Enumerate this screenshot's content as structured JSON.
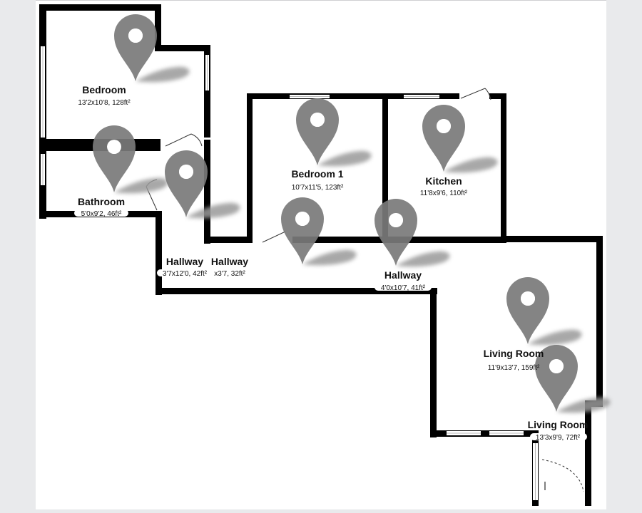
{
  "colors": {
    "wall": "#000000",
    "floor": "#ffffff",
    "side_panel": "#e9eaec",
    "marker": "#7a7a7a",
    "marker_shadow": "#9a9a9a"
  },
  "rooms": [
    {
      "id": "bedroom",
      "name": "Bedroom",
      "dims": "13'2x10'8, 128ft²"
    },
    {
      "id": "bathroom",
      "name": "Bathroom",
      "dims": "5'0x9'2, 46ft²"
    },
    {
      "id": "hallway-a",
      "name": "Hallway",
      "dims": "3'7x12'0, 42ft²"
    },
    {
      "id": "hallway-b",
      "name": "Hallway",
      "dims": "x3'7, 32ft²"
    },
    {
      "id": "bedroom-1",
      "name": "Bedroom 1",
      "dims": "10'7x11'5, 123ft²"
    },
    {
      "id": "kitchen",
      "name": "Kitchen",
      "dims": "11'8x9'6, 110ft²"
    },
    {
      "id": "hallway-c",
      "name": "Hallway",
      "dims": "4'0x10'7, 41ft²"
    },
    {
      "id": "living-room",
      "name": "Living Room",
      "dims": "11'9x13'7, 159ft²"
    },
    {
      "id": "living-room-2",
      "name": "Living Room",
      "dims": "13'3x9'9, 72ft²"
    }
  ],
  "markers": [
    {
      "name": "marker-bedroom",
      "icon": "map-pin-icon"
    },
    {
      "name": "marker-bathroom",
      "icon": "map-pin-icon"
    },
    {
      "name": "marker-hallway-a",
      "icon": "map-pin-icon"
    },
    {
      "name": "marker-bedroom-1",
      "icon": "map-pin-icon"
    },
    {
      "name": "marker-kitchen",
      "icon": "map-pin-icon"
    },
    {
      "name": "marker-hallway-b",
      "icon": "map-pin-icon"
    },
    {
      "name": "marker-hallway-c",
      "icon": "map-pin-icon"
    },
    {
      "name": "marker-living-room",
      "icon": "map-pin-icon"
    },
    {
      "name": "marker-living-room-2",
      "icon": "map-pin-icon"
    }
  ]
}
